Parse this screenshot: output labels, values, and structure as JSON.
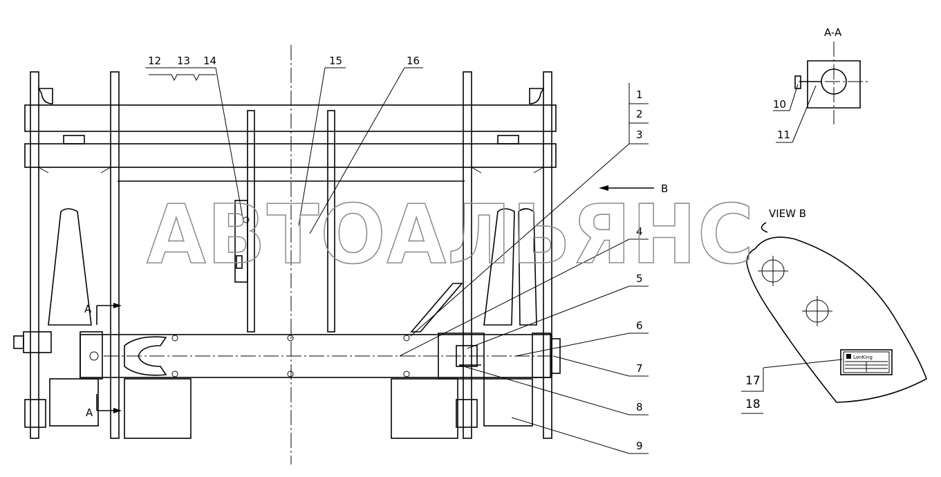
{
  "watermark": "АВТОАЛЬЯНС",
  "section_title": "A-A",
  "view_title": "VIEW B",
  "view_arrow_label": "B",
  "section_arrow_top_label": "A",
  "section_arrow_bottom_label": "A",
  "plate_text": "LonKing",
  "callouts": {
    "c1": "1",
    "c2": "2",
    "c3": "3",
    "c4": "4",
    "c5": "5",
    "c6": "6",
    "c7": "7",
    "c8": "8",
    "c9": "9",
    "c10": "10",
    "c11": "11",
    "c12": "12",
    "c13": "13",
    "c14": "14",
    "c15": "15",
    "c16": "16",
    "c17": "17",
    "c18": "18"
  }
}
